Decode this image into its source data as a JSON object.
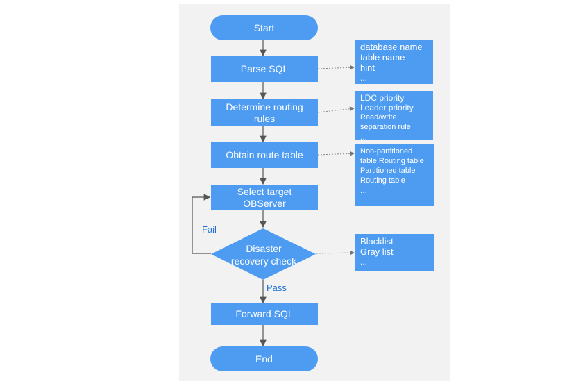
{
  "flow": {
    "start": "Start",
    "parse": "Parse SQL",
    "determine": "Determine routing rules",
    "obtain": "Obtain route table",
    "select": "Select target OBServer",
    "check": "Disaster recovery check",
    "forward": "Forward SQL",
    "end": "End"
  },
  "edges": {
    "fail": "Fail",
    "pass": "Pass"
  },
  "notes": {
    "parse": [
      "database name",
      "table name",
      "hint",
      "..."
    ],
    "determine": [
      "LDC priority",
      "Leader priority",
      "Read/write separation rule",
      "..."
    ],
    "obtain": [
      "Non-partitioned table Routing table",
      "Partitioned table Routing table",
      "..."
    ],
    "check": [
      "Blacklist",
      "Gray list",
      "..."
    ]
  },
  "colors": {
    "node": "#4e9cf2",
    "canvas": "#f2f2f2",
    "arrow": "#555555",
    "label": "#1f6fd1"
  }
}
